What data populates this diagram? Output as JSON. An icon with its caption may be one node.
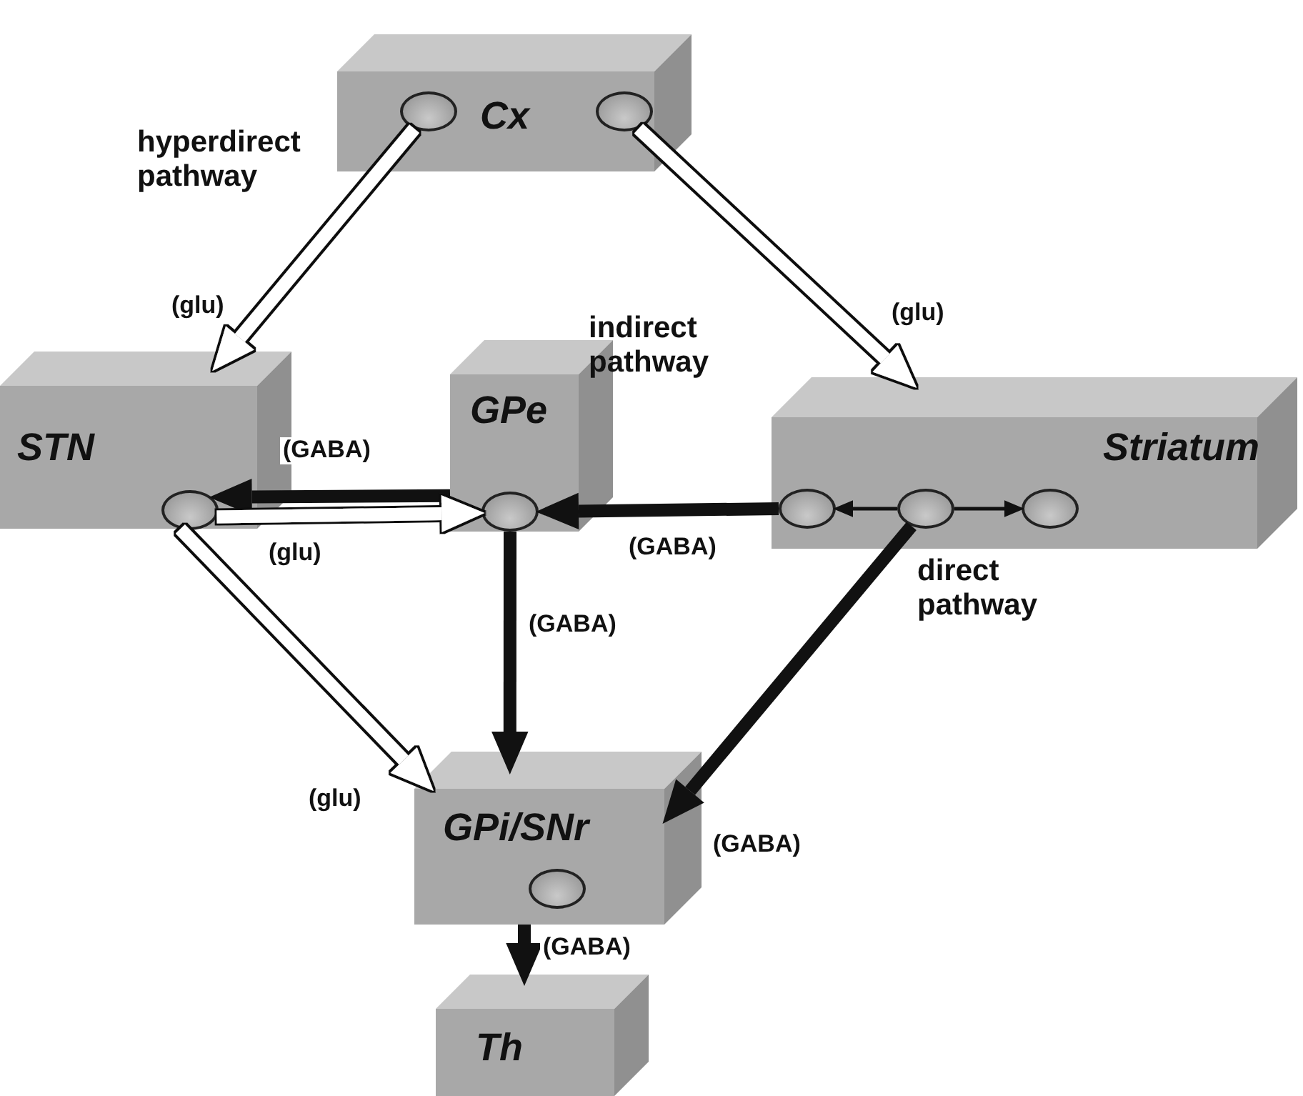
{
  "diagram": {
    "nodes": [
      {
        "text": [
          "Cx"
        ]
      },
      {
        "text": [],
        "shape": "circle",
        "in": 0
      },
      {
        "text": [],
        "shape": "circle",
        "in": 0
      },
      {
        "text": [
          "STN"
        ]
      },
      {
        "text": [],
        "shape": "circle",
        "in": 3
      },
      {
        "text": [
          "GPe"
        ]
      },
      {
        "text": [],
        "shape": "circle",
        "in": 5
      },
      {
        "text": [
          "Striatum"
        ]
      },
      {
        "text": [],
        "shape": "circle",
        "in": 7
      },
      {
        "text": [],
        "shape": "circle",
        "in": 7
      },
      {
        "text": [],
        "shape": "circle",
        "in": 7
      },
      {
        "text": [
          "GPi/SNr"
        ]
      },
      {
        "text": [],
        "shape": "circle",
        "in": 11
      },
      {
        "text": [
          "Th"
        ]
      }
    ],
    "edges": [
      {
        "from": 1,
        "to": 3,
        "arrow": "to",
        "label": "(glu)",
        "color": "#ffffff"
      },
      {
        "from": 2,
        "to": 7,
        "arrow": "to",
        "label": "(glu)",
        "color": "#ffffff"
      },
      {
        "from": 5,
        "to": 4,
        "arrow": "to",
        "label": "(GABA)"
      },
      {
        "from": 4,
        "to": 6,
        "arrow": "to",
        "label": "(glu)",
        "color": "#ffffff"
      },
      {
        "from": 8,
        "to": 6,
        "arrow": "to",
        "label": "(GABA)"
      },
      {
        "from": 9,
        "to": 8,
        "arrow": "to"
      },
      {
        "from": 9,
        "to": 10,
        "arrow": "to"
      },
      {
        "from": 6,
        "to": 11,
        "arrow": "to",
        "label": "(GABA)"
      },
      {
        "from": 9,
        "to": 11,
        "arrow": "to",
        "label": "(GABA)"
      },
      {
        "from": 4,
        "to": 11,
        "arrow": "to",
        "label": "(glu)",
        "color": "#ffffff"
      },
      {
        "from": 11,
        "to": 13,
        "arrow": "to",
        "label": "(GABA)"
      }
    ],
    "labels": [
      "hyperdirect pathway",
      "indirect pathway",
      "direct pathway"
    ]
  }
}
